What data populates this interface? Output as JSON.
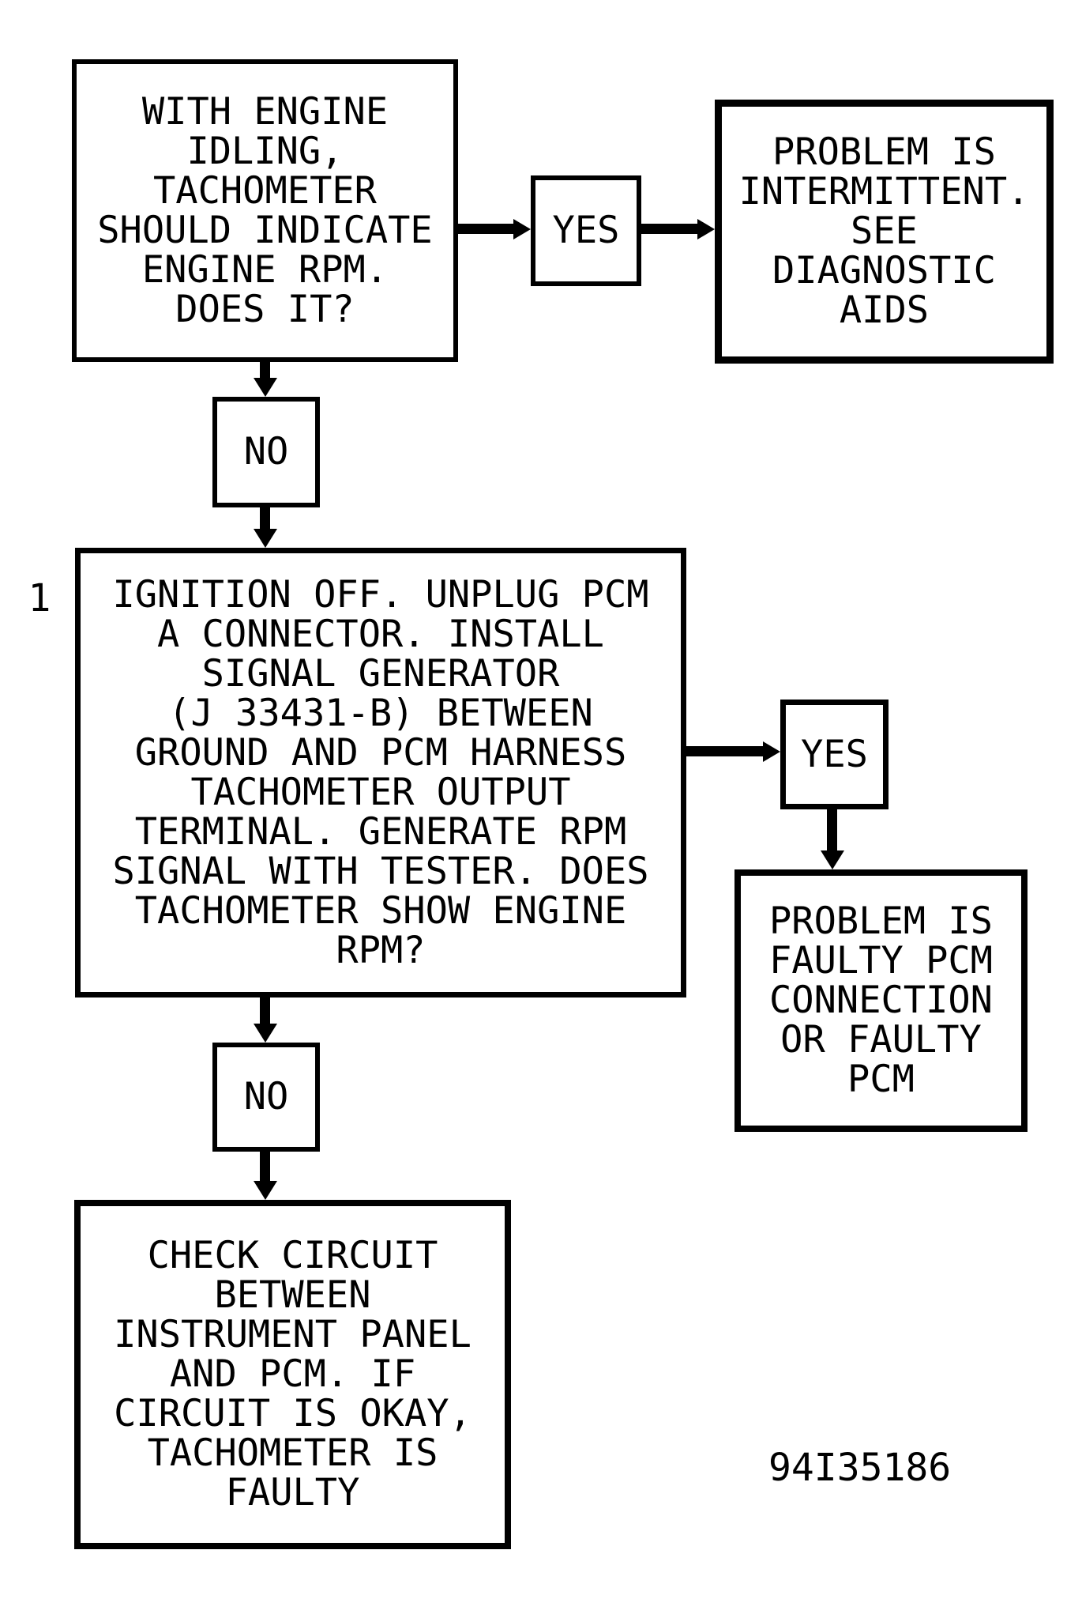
{
  "diagram": {
    "step_label": "1",
    "figure_code": "94I35186",
    "colors": {
      "line": "#000000",
      "background": "#ffffff"
    },
    "boxes": {
      "q1": {
        "text": "WITH ENGINE\nIDLING,\nTACHOMETER\nSHOULD INDICATE\nENGINE RPM.\nDOES IT?"
      },
      "yes1": {
        "text": "YES"
      },
      "intermittent": {
        "text": "PROBLEM IS\nINTERMITTENT.\nSEE\nDIAGNOSTIC\nAIDS"
      },
      "no1": {
        "text": "NO"
      },
      "q2": {
        "text": "IGNITION OFF. UNPLUG PCM\nA CONNECTOR. INSTALL\nSIGNAL GENERATOR\n(J 33431-B) BETWEEN\nGROUND AND PCM HARNESS\nTACHOMETER OUTPUT\nTERMINAL. GENERATE RPM\nSIGNAL WITH TESTER. DOES\nTACHOMETER SHOW ENGINE\nRPM?"
      },
      "yes2": {
        "text": "YES"
      },
      "faulty_pcm": {
        "text": "PROBLEM IS\nFAULTY PCM\nCONNECTION\nOR FAULTY\nPCM"
      },
      "no2": {
        "text": "NO"
      },
      "check_circuit": {
        "text": "CHECK CIRCUIT\nBETWEEN\nINSTRUMENT PANEL\nAND PCM. IF\nCIRCUIT IS OKAY,\nTACHOMETER IS\nFAULTY"
      }
    }
  }
}
